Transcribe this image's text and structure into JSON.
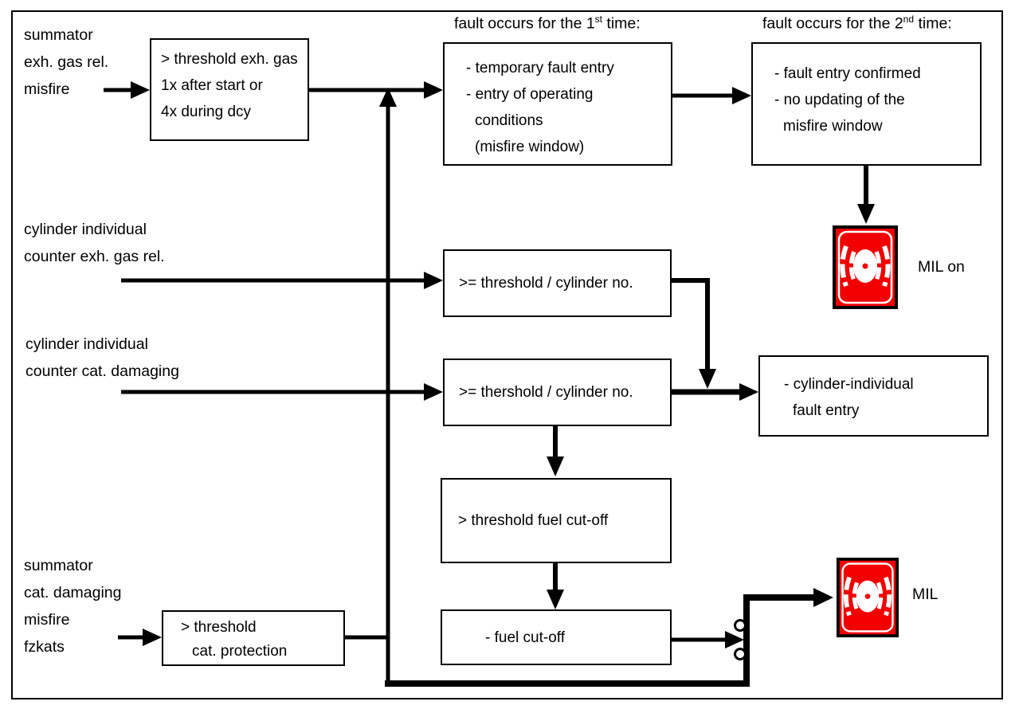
{
  "colors": {
    "mil_red": "#f20000",
    "line": "#000000"
  },
  "headings": {
    "first_time": {
      "prefix": "fault occurs for the 1",
      "sup": "st",
      "suffix": " time:"
    },
    "second_time": {
      "prefix": "fault occurs for the 2",
      "sup": "nd",
      "suffix": " time:"
    }
  },
  "inputs": {
    "summator_exh": [
      "summator",
      "exh. gas rel.",
      "misfire"
    ],
    "cyl_exh": [
      "cylinder individual",
      "counter exh. gas rel."
    ],
    "cyl_cat": [
      "cylinder individual",
      "counter cat. damaging"
    ],
    "summator_cat": [
      "summator",
      "cat. damaging",
      "misfire",
      "fzkats"
    ]
  },
  "boxes": {
    "exh_gas_threshold": [
      "> threshold exh. gas",
      "1x after start or",
      "4x during dcy"
    ],
    "first_time": [
      "- temporary fault entry",
      "- entry of operating",
      "conditions",
      "(misfire window)"
    ],
    "second_time": [
      "- fault entry confirmed",
      "- no updating of the",
      "misfire window"
    ],
    "threshold_cyl_exh": [
      ">= threshold / cylinder no."
    ],
    "threshold_cyl_cat": [
      ">= thershold / cylinder no."
    ],
    "cyl_individual_fault": [
      "- cylinder-individual",
      "fault entry"
    ],
    "fuel_cutoff_threshold": [
      "> threshold fuel cut-off"
    ],
    "fuel_cutoff": [
      "- fuel cut-off"
    ],
    "cat_protection": [
      "> threshold",
      "cat. protection"
    ]
  },
  "mil": {
    "on_label": "MIL on",
    "label": "MIL"
  }
}
